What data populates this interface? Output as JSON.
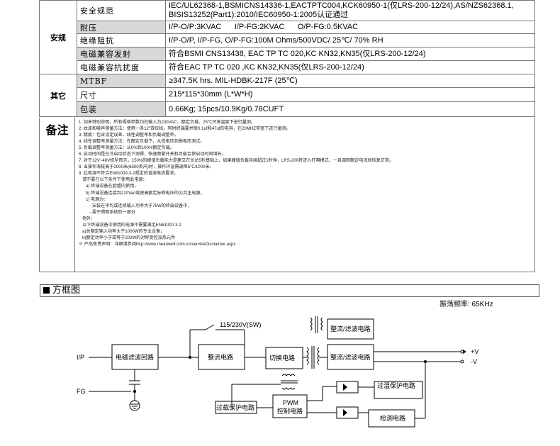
{
  "spec": {
    "safety_cat": "安规",
    "other_cat": "其它",
    "rows": [
      {
        "label": "安全规范",
        "value": "IEC/UL62368-1,BSMICNS14336-1,EACTPTC004,KCK60950-1(仅LRS-200-12/24),AS/NZS62368.1,\nBISIS13252(Part1):2010/IEC60950-1:2005认证通过"
      },
      {
        "label": "耐压",
        "value": "I/P-O/P:3KVAC      I/P-FG:2KVAC      O/P-FG:0.5KVAC"
      },
      {
        "label": "绝缘阻抗",
        "value": "I/P-O/P, I/P-FG, O/P-FG:100M Ohms/500VDC/ 25℃/ 70% RH"
      },
      {
        "label": "电磁兼容发射",
        "value": "符合BSMI CNS13438, EAC TP TC 020,KC KN32,KN35(仅LRS-200-12/24)"
      },
      {
        "label": "电磁兼容抗扰度",
        "value": "符合EAC TP TC 020 ,KC KN32,KN35(仅LRS-200-12/24)"
      },
      {
        "label": "MTBF",
        "value": "≥347.5K hrs.  MIL-HDBK-217F (25℃)"
      },
      {
        "label": "尺寸",
        "value": "215*115*30mm (L*W*H)"
      },
      {
        "label": "包装",
        "value": "0.66Kg; 15pcs/10.9Kg/0.78CUFT"
      }
    ]
  },
  "notes": {
    "cat": "备注",
    "text": "1. 如未特别说明，所有规格参数均在输入为230VAC、额定负载、25℃环境温度下进行量测。\n2. 纹波和噪声测量方法：使用一条12\"双绞线，同时终端要并联0.1uf和47uf的电容，在20MHZ带宽下进行量测。\n3. 精度：包含设定误差、线性调整率和负载调整率。\n4. 线性调整率测量方法：在额定负载下，从低电压到高电压测试。\n5. 负载调整率测量方法：从0%到100%额定负载。\n6. 启动时间是在冷启动状态下测得，快速频繁开关机可能会使启动时间增长。\n7. 对于12V~48V机型而言，150%的峰值负载能力是建立在长达5秒基础上，如果峰值负载持续超过1秒钟，LRS-200将进入打嗝模式，一旦调回额定电流就恢复正常。\n8. 当操作海拔高于2000米(6500英尺)时，操作环温需调降5℃/1000米。\n9. 此电源不符合EN61000-3-2规定的谐波电流要求。\n   请不要在以下条件下使用此电源：\n      a) 终端设备在欧盟内使用，\n      b) 终端设备连接到220Vac或更高额定标称电压的公共主电源，\n      c) 电源为：\n         - 安装在平均或连续输入功率大于75W的终端设备中，\n         - 属于照明系统的一部分\n   例外：\n   以下终端设备中使用的电源不需要满足EN61000-3-2\n   a)总额定输入功率大于1000W的专业设备；\n   b)额定功率小于或等于200W的对称受控加热元件\n※ 产品免责声明：详细请参阅http://www.meanwell.com.cn/serviceDisclaimer.aspx"
  },
  "block": {
    "title": "方框图",
    "freq": "振荡频率: 65KHz",
    "ip": "I/P",
    "fg": "FG",
    "emi": "电磁滤波回路",
    "rect": "整流电路",
    "switch_lbl": "115/230V(SW)",
    "sw": "切换电路",
    "out_top": "整流/滤波电路",
    "out_mid": "整流/滤波电路",
    "pos": "+V",
    "neg": "-V",
    "ocp": "过载保护电路",
    "pwm1": "PWM",
    "pwm2": "控制电路",
    "ovp": "过温保护电路",
    "det": "检测电路"
  }
}
